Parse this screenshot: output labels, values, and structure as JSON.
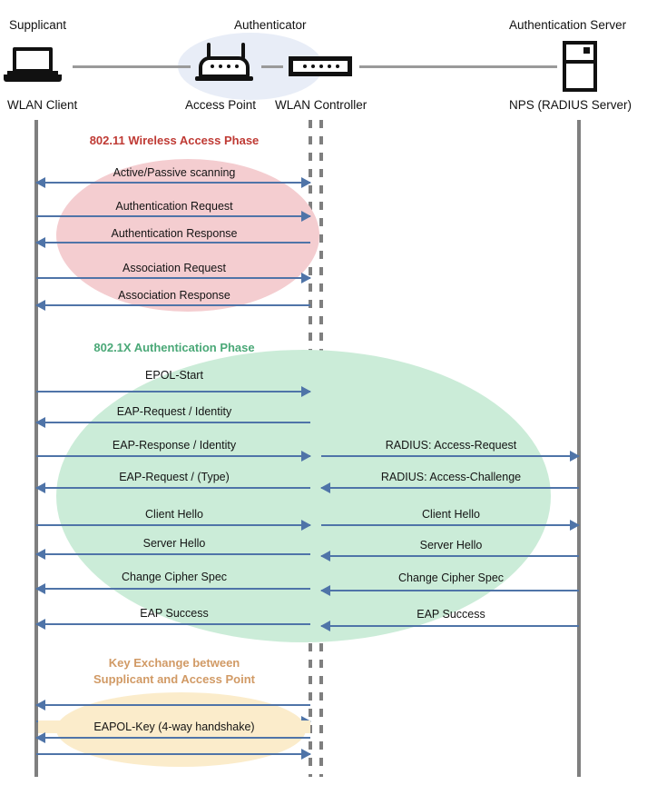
{
  "diagram": {
    "title": "802.1X / WPA-Enterprise WLAN authentication sequence",
    "colors": {
      "phase_80211": "#bf3a34",
      "phase_8021x": "#4aa877",
      "phase_key": "#d19a65",
      "arrow": "#4f74a8",
      "lifeline": "#7f7f7f",
      "blob_80211": "#f4cdd0",
      "blob_8021x": "#cbecd8",
      "blob_key": "#fbeccb",
      "authenticator_blob": "#e8edf7"
    }
  },
  "actors": [
    {
      "role": "Supplicant",
      "device": "WLAN Client",
      "icon": "laptop-icon"
    },
    {
      "role": "Authenticator",
      "device": "Access Point",
      "icon": "wireless-access-point-icon"
    },
    {
      "role": "",
      "device": "WLAN Controller",
      "icon": "network-controller-icon"
    },
    {
      "role": "Authentication Server",
      "device": "NPS (RADIUS Server)",
      "icon": "server-rack-icon"
    }
  ],
  "phases": [
    {
      "label": "802.11 Wireless Access Phase",
      "messages": [
        {
          "text": "Active/Passive scanning",
          "side": "left",
          "dir": "both"
        },
        {
          "text": "Authentication Request",
          "side": "left",
          "dir": "right"
        },
        {
          "text": "Authentication Response",
          "side": "left",
          "dir": "left"
        },
        {
          "text": "Association Request",
          "side": "left",
          "dir": "right"
        },
        {
          "text": "Association Response",
          "side": "left",
          "dir": "left"
        }
      ]
    },
    {
      "label": "802.1X Authentication Phase",
      "messages": [
        {
          "text": "EPOL-Start",
          "side": "left",
          "dir": "right"
        },
        {
          "text": "EAP-Request / Identity",
          "side": "left",
          "dir": "left"
        },
        {
          "text": "EAP-Response / Identity",
          "side": "left",
          "dir": "right"
        },
        {
          "text": "RADIUS: Access-Request",
          "side": "right",
          "dir": "right"
        },
        {
          "text": "EAP-Request / (Type)",
          "side": "left",
          "dir": "left"
        },
        {
          "text": "RADIUS: Access-Challenge",
          "side": "right",
          "dir": "left"
        },
        {
          "text": "Client Hello",
          "side": "left",
          "dir": "right"
        },
        {
          "text": "Client Hello",
          "side": "right",
          "dir": "right"
        },
        {
          "text": "Server Hello",
          "side": "left",
          "dir": "left"
        },
        {
          "text": "Server Hello",
          "side": "right",
          "dir": "left"
        },
        {
          "text": "Change Cipher Spec",
          "side": "left",
          "dir": "left"
        },
        {
          "text": "Change Cipher Spec",
          "side": "right",
          "dir": "left"
        },
        {
          "text": "EAP Success",
          "side": "left",
          "dir": "left"
        },
        {
          "text": "EAP Success",
          "side": "right",
          "dir": "left"
        }
      ]
    },
    {
      "label_line1": "Key Exchange between",
      "label_line2": "Supplicant and Access Point",
      "messages": [
        {
          "text": "",
          "side": "left",
          "dir": "left"
        },
        {
          "text": "",
          "side": "left",
          "dir": "right"
        },
        {
          "text": "EAPOL-Key (4-way handshake)",
          "side": "left",
          "dir": "left"
        },
        {
          "text": "",
          "side": "left",
          "dir": "right"
        }
      ]
    }
  ]
}
